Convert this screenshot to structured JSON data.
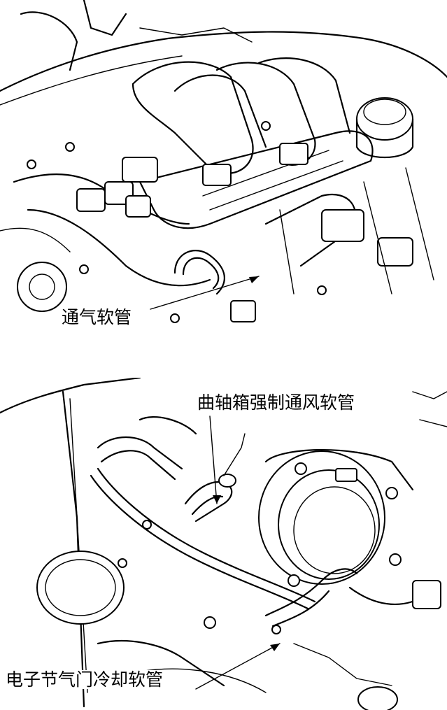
{
  "labels": {
    "vent_hose": "通气软管",
    "pcv_hose": "曲轴箱强制通风软管",
    "etc_cooling_hose": "电子节气门冷却软管"
  }
}
